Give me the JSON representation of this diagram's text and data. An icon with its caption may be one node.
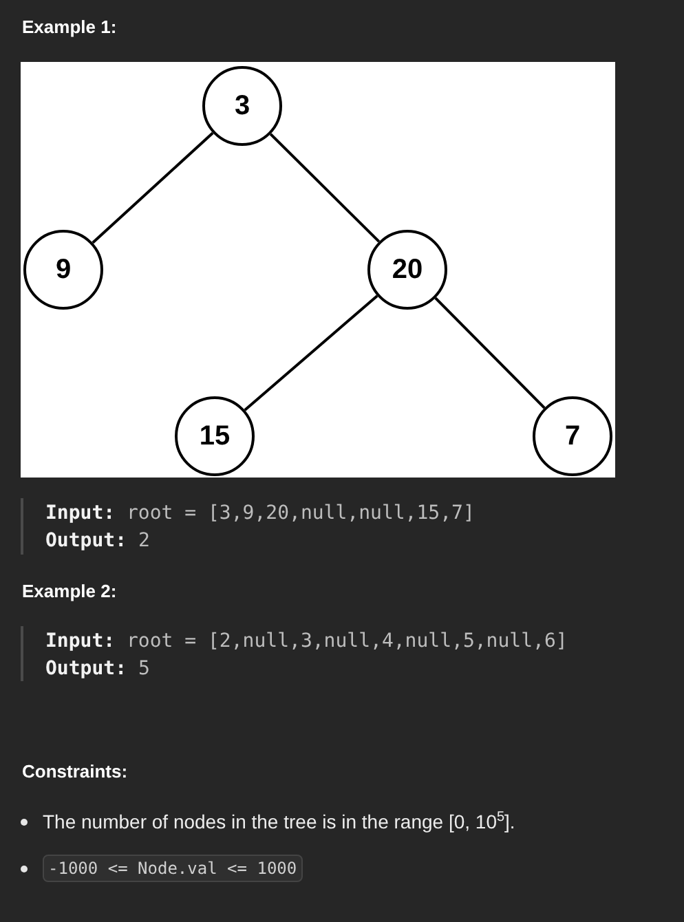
{
  "diagram": {
    "nodes": [
      {
        "text": [
          "3"
        ]
      },
      {
        "text": [
          "9"
        ]
      },
      {
        "text": [
          "20"
        ]
      },
      {
        "text": [
          "15"
        ]
      },
      {
        "text": [
          "7"
        ]
      }
    ],
    "edges": [
      {
        "from": 0,
        "to": 1,
        "arrow": "none"
      },
      {
        "from": 0,
        "to": 2,
        "arrow": "none"
      },
      {
        "from": 2,
        "to": 3,
        "arrow": "none"
      },
      {
        "from": 2,
        "to": 4,
        "arrow": "none"
      }
    ],
    "labels": [
      "Example 1:",
      "**Input:** root = [3,9,20,null,null,15,7]",
      "**Output:** 2",
      "Example 2:",
      "**Input:** root = [2,null,3,null,4,null,5,null,6]",
      "**Output:** 5",
      "Constraints:",
      "The number of nodes in the tree is in the range [0, 10$^{5}$].",
      "-1000 <= Node.val <= 1000"
    ]
  }
}
